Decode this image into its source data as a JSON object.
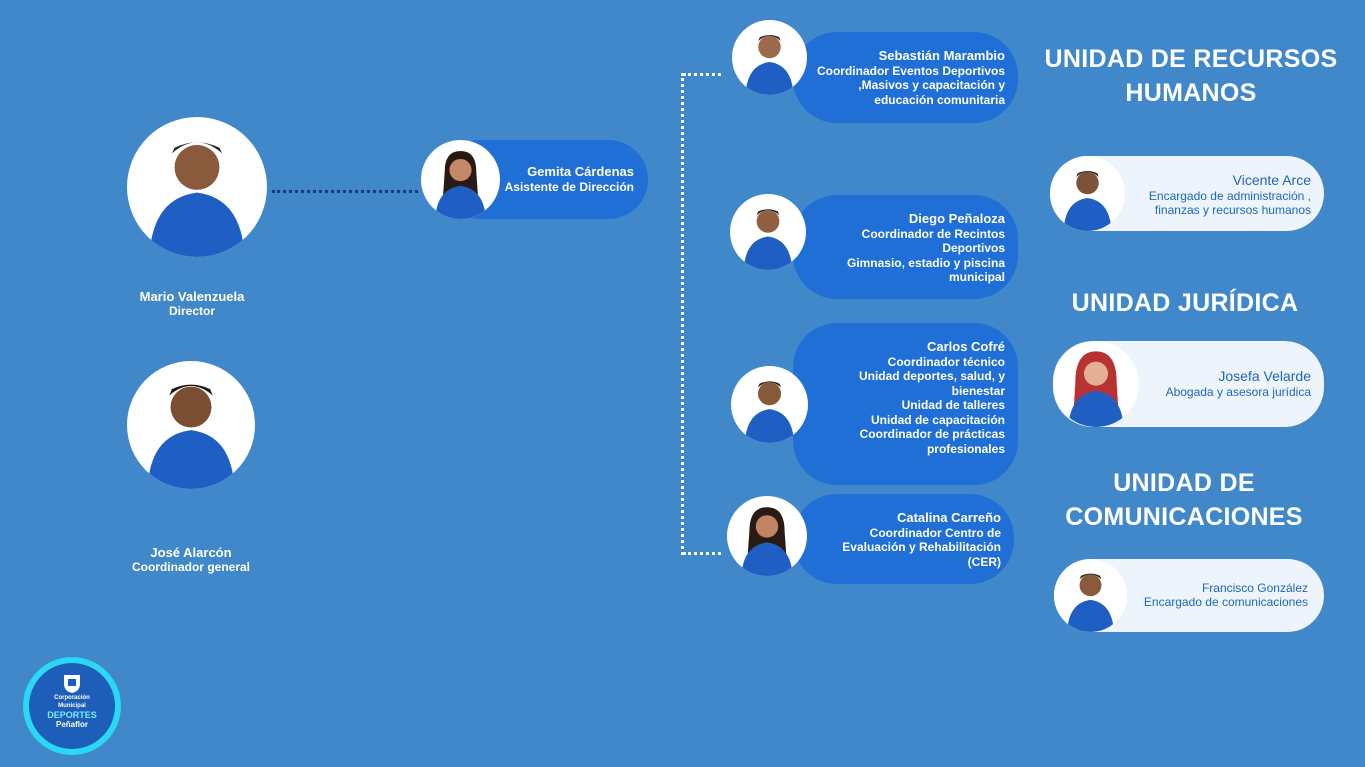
{
  "director": {
    "name": "Mario Valenzuela",
    "role": "Director"
  },
  "general_coordinator": {
    "name": "José Alarcón",
    "role": "Coordinador general"
  },
  "assistant": {
    "name": "Gemita Cárdenas",
    "role": "Asistente de Dirección"
  },
  "coordinators": [
    {
      "name": "Sebastián Marambio",
      "role": "Coordinador Eventos Deportivos\n,Masivos y capacitación y\neducación comunitaria"
    },
    {
      "name": "Diego Peñaloza",
      "role": "Coordinador de Recintos\nDeportivos\nGimnasio, estadio y piscina\nmunicipal"
    },
    {
      "name": "Carlos Cofré",
      "role": "Coordinador  técnico\nUnidad deportes, salud, y\nbienestar \nUnidad de talleres\nUnidad de capacitación\nCoordinador de prácticas\nprofesionales"
    },
    {
      "name": "Catalina Carreño",
      "role": "Coordinador  Centro de\nEvaluación y Rehabilitación\n(CER)"
    }
  ],
  "units": [
    {
      "title": "UNIDAD DE RECURSOS HUMANOS",
      "person": {
        "name": "Vicente Arce",
        "role": "Encargado de administración ,\nfinanzas y recursos humanos"
      }
    },
    {
      "title": "UNIDAD JURÍDICA",
      "person": {
        "name": "Josefa Velarde",
        "role": "Abogada y asesora jurídica"
      }
    },
    {
      "title": "UNIDAD DE COMUNICACIONES",
      "person": {
        "name": "Francisco González",
        "role": "Encargado de comunicaciones"
      }
    }
  ],
  "logo": {
    "line1": "Corporación",
    "line2": "Municipal",
    "line3": "DEPORTES",
    "line4": "Peñaflor"
  },
  "colors": {
    "background": "#4088c9",
    "pill": "#1f6fd6",
    "light_pill": "#eef4fb",
    "jacket": "#1f5fc4",
    "logo_ring": "#2ad7f5"
  }
}
